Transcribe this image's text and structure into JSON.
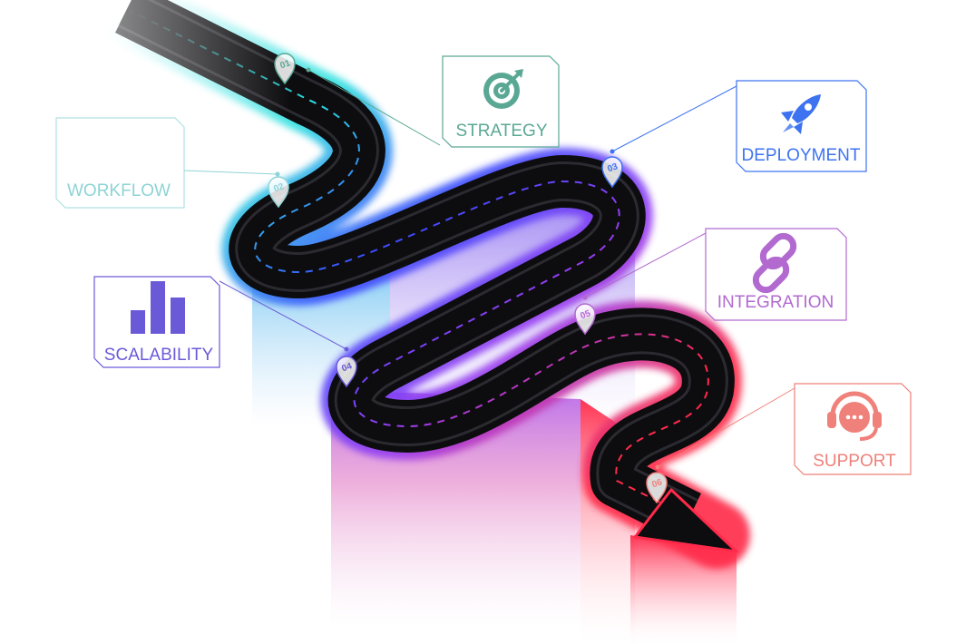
{
  "milestones": [
    {
      "number": "01",
      "label": "STRATEGY",
      "icon": "target-icon",
      "color": "#5aa894"
    },
    {
      "number": "02",
      "label": "WORKFLOW",
      "icon": "",
      "color": "#8fd3d6"
    },
    {
      "number": "03",
      "label": "DEPLOYMENT",
      "icon": "rocket-icon",
      "color": "#3d73f0"
    },
    {
      "number": "04",
      "label": "SCALABILITY",
      "icon": "bar-chart-icon",
      "color": "#6a5ad8"
    },
    {
      "number": "05",
      "label": "INTEGRATION",
      "icon": "link-icon",
      "color": "#b26ad0"
    },
    {
      "number": "06",
      "label": "SUPPORT",
      "icon": "headset-icon",
      "color": "#f0807a"
    }
  ],
  "colors": {
    "road": "#0d0d10",
    "segment_cyan": "#2de0e0",
    "segment_blue": "#3a4bff",
    "segment_purple": "#9a3cf0",
    "segment_red": "#ff2a4a"
  }
}
